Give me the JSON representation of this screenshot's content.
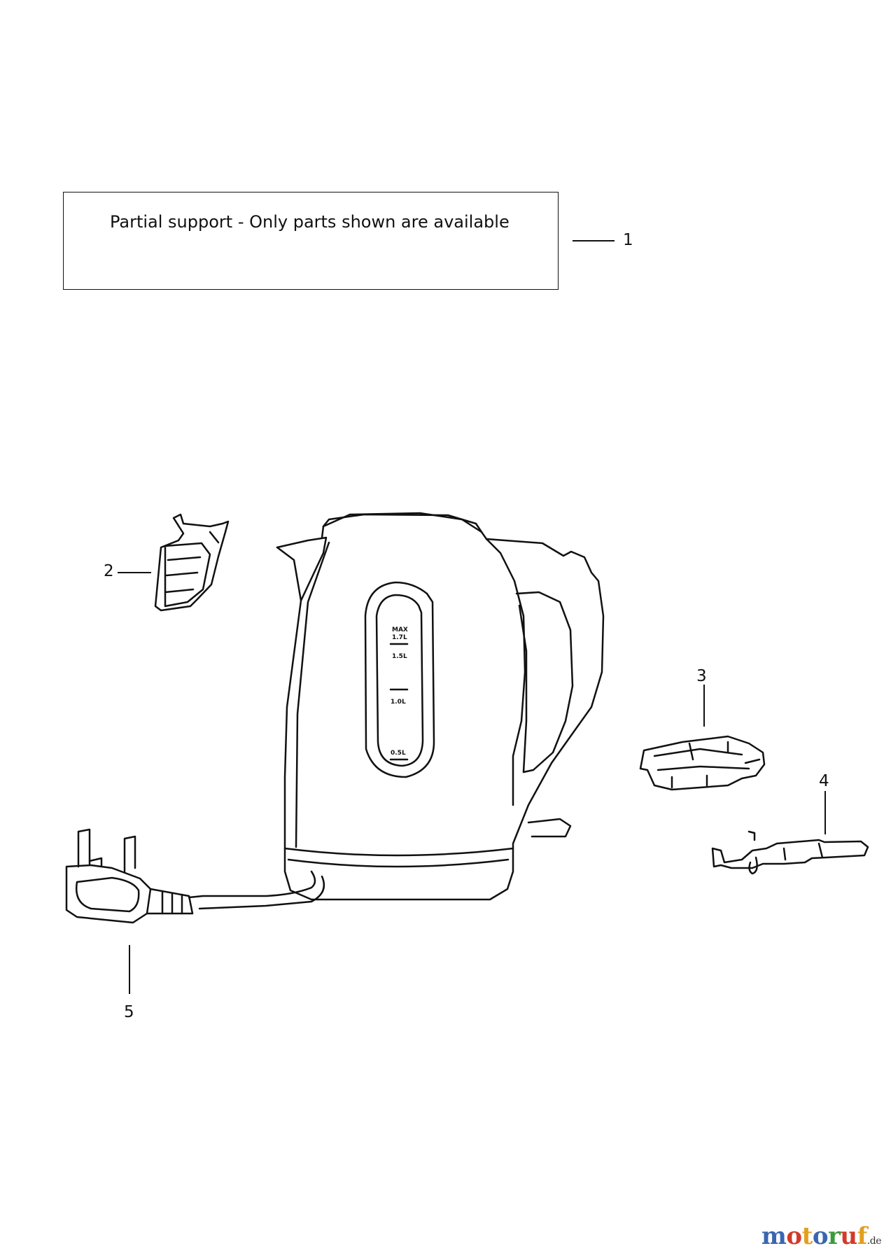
{
  "notice": {
    "text": "Partial support - Only parts shown are available"
  },
  "callouts": [
    {
      "number": "1",
      "part": "partial-support-notice"
    },
    {
      "number": "2",
      "part": "lid-button"
    },
    {
      "number": "3",
      "part": "switch-assembly"
    },
    {
      "number": "4",
      "part": "lever"
    },
    {
      "number": "5",
      "part": "power-cord-plug"
    }
  ],
  "kettle": {
    "window_marks": [
      "MAX",
      "1.7L",
      "1.5L",
      "1.0L",
      "0.5L"
    ]
  },
  "watermark": {
    "letters": [
      "m",
      "o",
      "t",
      "o",
      "r",
      "u",
      "f"
    ],
    "letter_colors": [
      "#3a66b0",
      "#d23a2a",
      "#e0a020",
      "#3a66b0",
      "#3c9a3c",
      "#d23a2a",
      "#e0a020"
    ],
    "suffix": ".de"
  }
}
